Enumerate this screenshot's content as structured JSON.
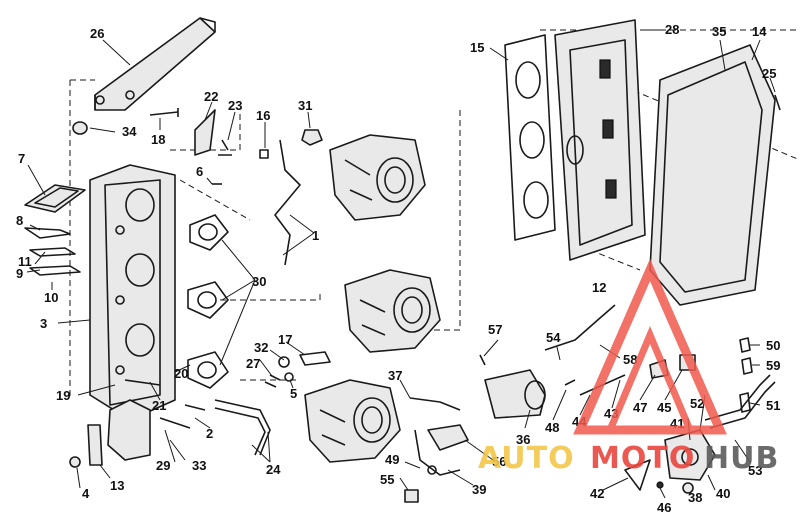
{
  "diagram": {
    "callouts": [
      "1",
      "2",
      "3",
      "4",
      "5",
      "6",
      "7",
      "8",
      "9",
      "10",
      "11",
      "12",
      "13",
      "14",
      "15",
      "16",
      "17",
      "18",
      "19",
      "20",
      "21",
      "22",
      "23",
      "24",
      "25",
      "26",
      "27",
      "28",
      "29",
      "30",
      "31",
      "32",
      "33",
      "34",
      "35",
      "36",
      "37",
      "38",
      "39",
      "40",
      "41",
      "42",
      "43",
      "44",
      "45",
      "46",
      "47",
      "48",
      "49",
      "50",
      "51",
      "52",
      "53",
      "54",
      "55",
      "56",
      "57",
      "58",
      "59"
    ]
  },
  "watermark": {
    "text_auto": "AUTO",
    "text_moto": "MOTO",
    "text_hub": "HUB",
    "color_auto": "#f2c74a",
    "color_moto": "#e9473f",
    "color_hub": "#5b5b5b",
    "logo_color": "#f05a4e"
  }
}
